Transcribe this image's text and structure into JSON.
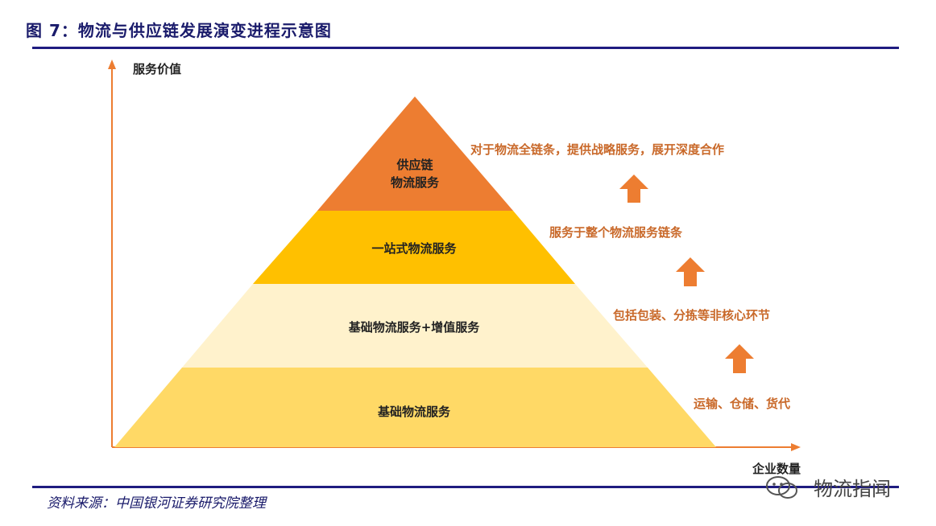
{
  "figure": {
    "title": "图 7：物流与供应链发展演变进程示意图",
    "source": "资料来源：中国银河证券研究院整理",
    "watermark": "物流指闻"
  },
  "axes": {
    "y_label": "服务价值",
    "x_label": "企业数量"
  },
  "levels": [
    {
      "line1": "供应链",
      "line2": "物流服务",
      "color": "#ed7d31"
    },
    {
      "line1": "一站式物流服务",
      "color": "#ffc000"
    },
    {
      "line1": "基础物流服务+增值服务",
      "color": "#fff2cc"
    },
    {
      "line1": "基础物流服务",
      "color": "#ffd966"
    }
  ],
  "descriptions": [
    "对于物流全链条，提供战略服务，展开深度合作",
    "服务于整个物流服务链条",
    "包括包装、分拣等非核心环节",
    "运输、仓储、货代"
  ],
  "colors": {
    "axis": "#ed7d31",
    "arrow": "#ed7d31",
    "rule": "#1f1c80"
  }
}
